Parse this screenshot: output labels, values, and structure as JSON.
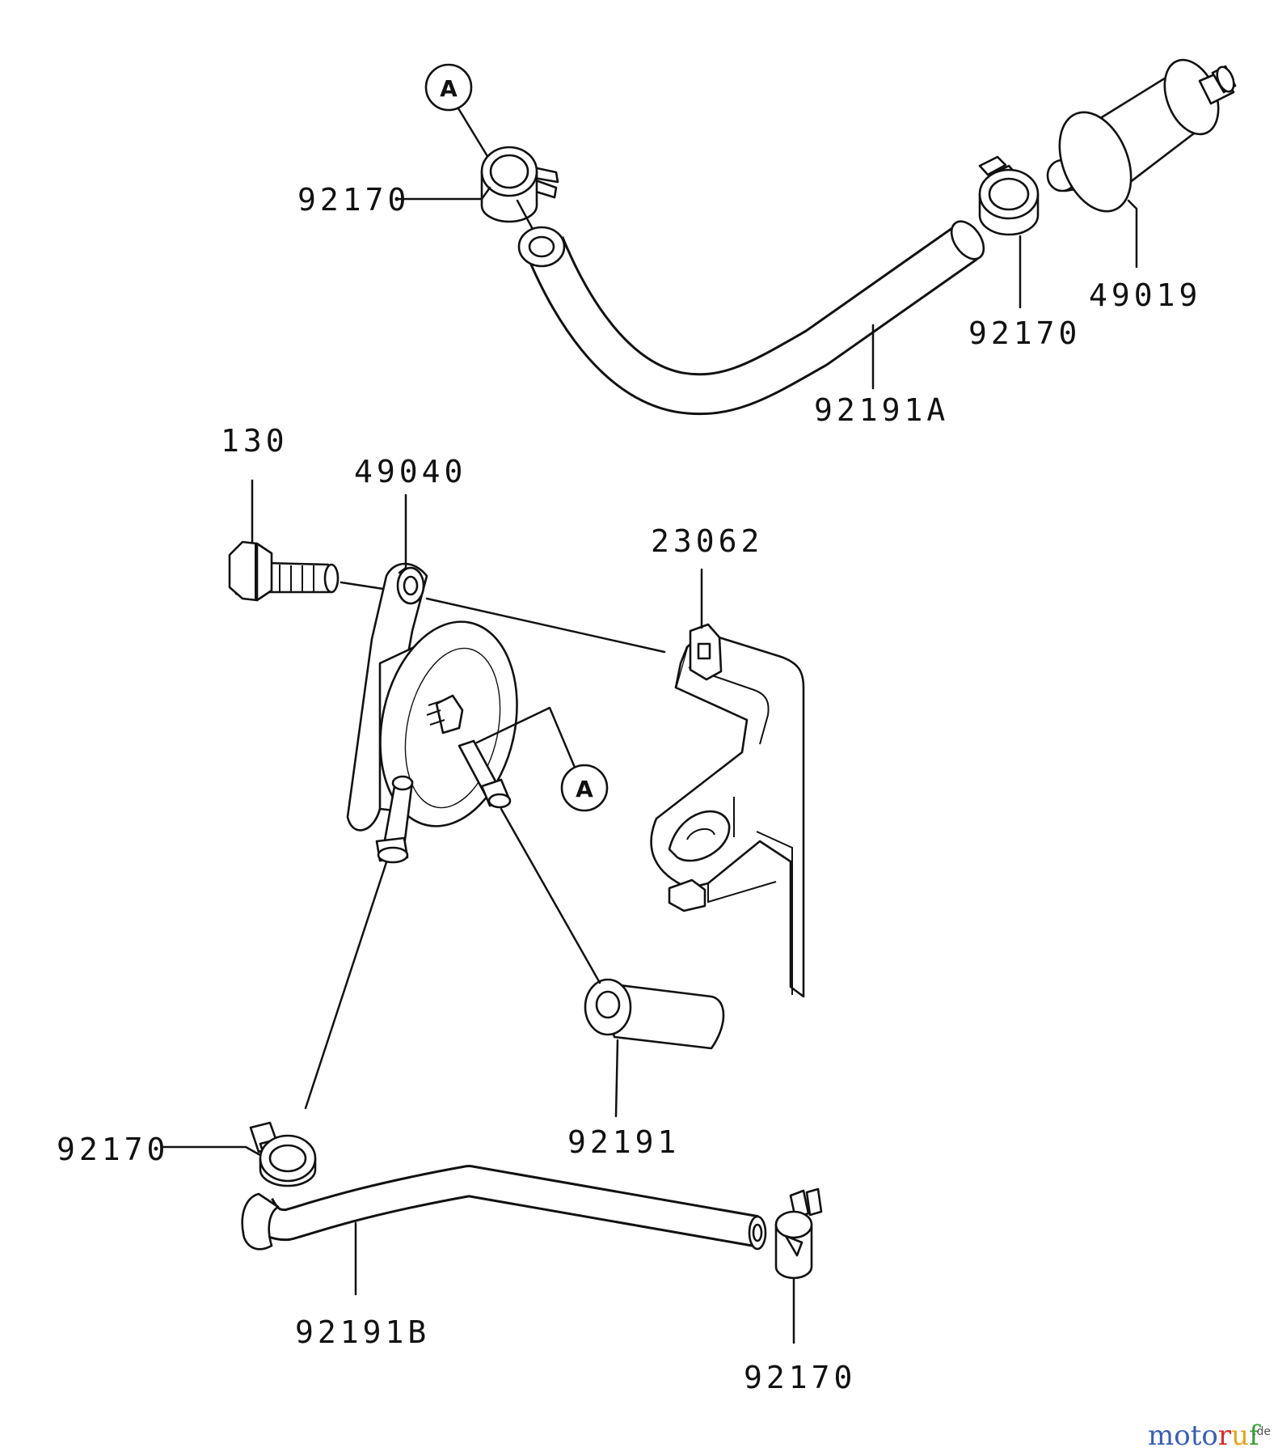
{
  "parts": {
    "clamp_top_left": "92170",
    "clamp_top_right": "92170",
    "fuel_filter": "49019",
    "hose_upper": "92191A",
    "bolt": "130",
    "fuel_pump": "49040",
    "bracket": "23062",
    "hose_short": "92191",
    "clamp_bottom_left": "92170",
    "hose_lower": "92191B",
    "clamp_bottom_right": "92170"
  },
  "references": {
    "upper": "A",
    "lower": "A"
  },
  "watermark": {
    "letters": [
      "m",
      "o",
      "t",
      "o",
      "r",
      "u",
      "f"
    ],
    "colors": [
      "#3a5fb0",
      "#3a5fb0",
      "#3a5fb0",
      "#3a5fb0",
      "#d22d2d",
      "#e0a521",
      "#3a9d3a"
    ],
    "suffix": ".de"
  }
}
